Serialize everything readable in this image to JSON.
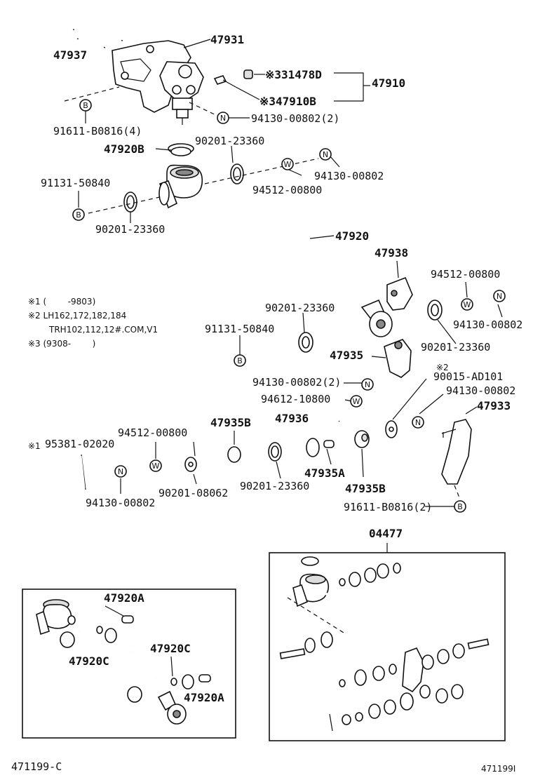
{
  "labels": {
    "p47931": "47931",
    "p47937": "47937",
    "p31478d": "※331478D",
    "p47910": "47910",
    "p47910b": "※347910B",
    "p91611_4": "91611-B0816(4)",
    "p94130_2a": "94130-00802(2)",
    "p47920b": "47920B",
    "p90201_a": "90201-23360",
    "p91131_a": "91131-50840",
    "p94130_a": "94130-00802",
    "p94512_a": "94512-00800",
    "p90201_b": "90201-23360",
    "p47920": "47920",
    "p47938": "47938",
    "p94512_b": "94512-00800",
    "p94130_b": "94130-00802",
    "p90201_c": "90201-23360",
    "p91131_b": "91131-50840",
    "p90201_d": "90201-23360",
    "p47935": "47935",
    "p90015": "90015-AD101",
    "p94130_c": "94130-00802",
    "p94130_2b": "94130-00802(2)",
    "p94612": "94612-10800",
    "p47933": "47933",
    "p95381": "95381-02020",
    "p94512_c": "94512-00800",
    "p47935b_a": "47935B",
    "p47936": "47936",
    "p47935a": "47935A",
    "p90201_e": "90201-23360",
    "p47935b_b": "47935B",
    "p90201_08062": "90201-08062",
    "p94130_d": "94130-00802",
    "p91611_2": "91611-B0816(2)",
    "p04477": "04477",
    "p47920a_a": "47920A",
    "p47920c_a": "47920C",
    "p47920c_b": "47920C",
    "p47920a_b": "47920A",
    "mark_note2": "※2",
    "mark_95381": "※1"
  },
  "notes": {
    "n1": "※1 (        -9803)",
    "n2": "※2 LH162,172,182,184",
    "n2b": "TRH102,112,12#.COM,V1",
    "n3": "※3 (9308-        )"
  },
  "codes": {
    "B": "B",
    "N": "N",
    "W": "W"
  },
  "footer": {
    "left": "471199-C",
    "right": "471199I"
  }
}
